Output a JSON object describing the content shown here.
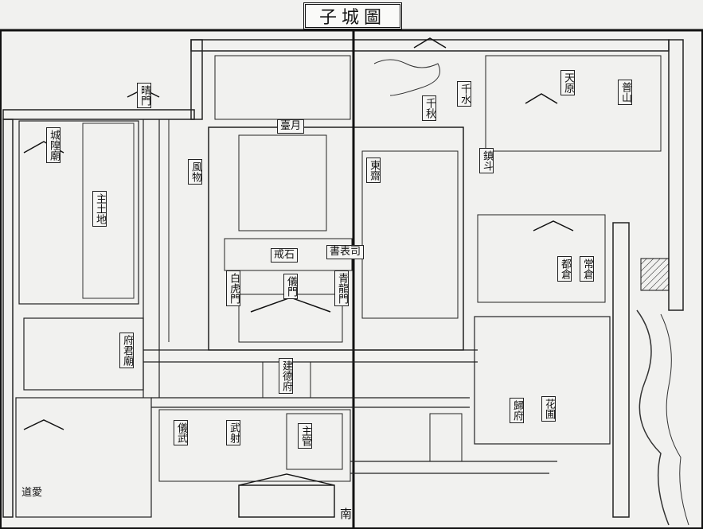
{
  "title": "子城圖",
  "labels": {
    "qingmen": "晴門",
    "chenghuang": "城隍廟",
    "zhu_tu": "主土地",
    "fu_jun": "府君廟",
    "bai_hu": "白虎門",
    "qing_long": "青龍門",
    "yi_men": "儀門",
    "jie_shi": "戒石",
    "jian_de_fu": "建德府",
    "dong_zhai": "東齋",
    "shu_biao_si": "書表司",
    "dou_cang": "都倉",
    "chang_cang": "常倉",
    "qian_qiu": "千秋",
    "qian_shui": "千水",
    "tian_yuan": "天原",
    "pu_shan": "普山",
    "nan": "南",
    "ai_dao": "道愛",
    "gui_fu": "歸府",
    "feng_wu": "風物",
    "tai_yue": "臺月",
    "zhen_dou": "鎮斗",
    "wu_she": "武射",
    "zhu_guan": "主管",
    "hua_pu": "花圃",
    "yi_wu": "儀武"
  }
}
